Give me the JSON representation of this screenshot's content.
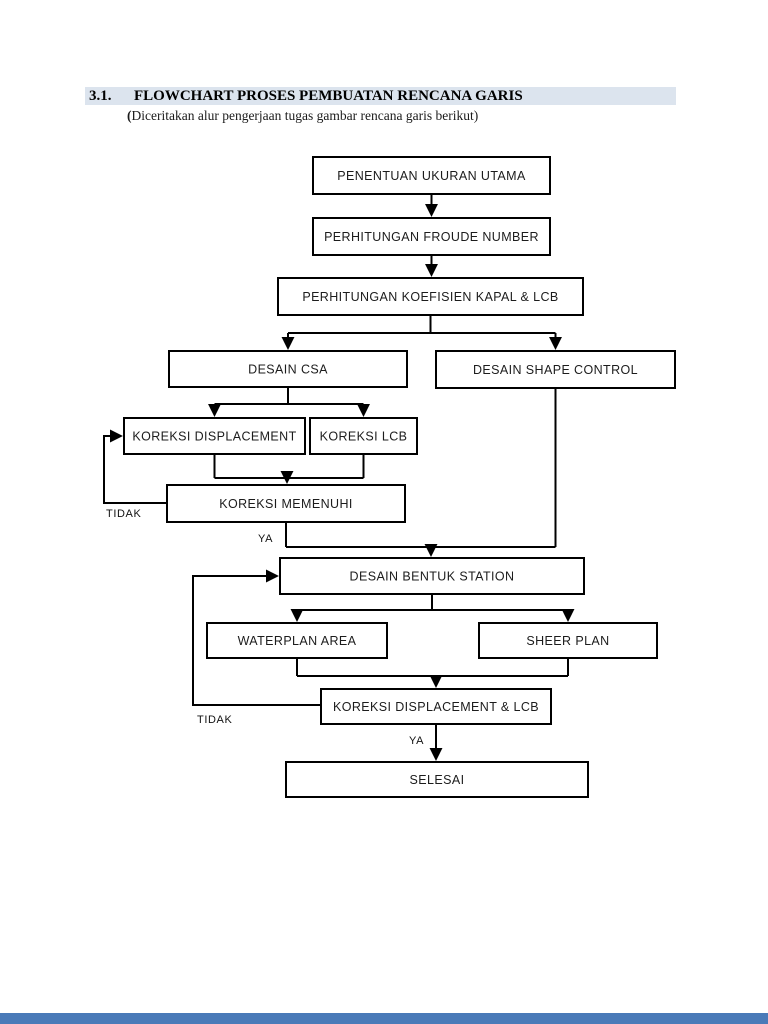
{
  "header": {
    "section_number": "3.1.",
    "section_title": "FLOWCHART PROSES PEMBUATAN RENCANA GARIS",
    "subtitle_paren": "(",
    "subtitle_text": "Diceritakan alur pengerjaan tugas gambar rencana garis berikut)"
  },
  "colors": {
    "heading_highlight": "#dce4ee",
    "footer_bar": "#4a7ab8",
    "box_border": "#000000",
    "box_fill": "#ffffff",
    "text": "#1c1c1c"
  },
  "flowchart": {
    "nodes": [
      {
        "id": "penentuan-ukuran-utama",
        "label": "PENENTUAN UKURAN UTAMA"
      },
      {
        "id": "perhitungan-froude-number",
        "label": "PERHITUNGAN FROUDE NUMBER"
      },
      {
        "id": "perhitungan-koefisien-kapal-lcb",
        "label": "PERHITUNGAN KOEFISIEN KAPAL & LCB"
      },
      {
        "id": "desain-csa",
        "label": "DESAIN CSA"
      },
      {
        "id": "desain-shape-control",
        "label": "DESAIN SHAPE CONTROL"
      },
      {
        "id": "koreksi-displacement",
        "label": "KOREKSI DISPLACEMENT"
      },
      {
        "id": "koreksi-lcb",
        "label": "KOREKSI LCB"
      },
      {
        "id": "koreksi-memenuhi",
        "label": "KOREKSI MEMENUHI"
      },
      {
        "id": "desain-bentuk-station",
        "label": "DESAIN BENTUK STATION"
      },
      {
        "id": "waterplan-area",
        "label": "WATERPLAN AREA"
      },
      {
        "id": "sheer-plan",
        "label": "SHEER PLAN"
      },
      {
        "id": "koreksi-displacement-lcb",
        "label": "KOREKSI DISPLACEMENT & LCB"
      },
      {
        "id": "selesai",
        "label": "SELESAI"
      }
    ],
    "edge_labels": {
      "tidak_1": "TIDAK",
      "ya_1": "YA",
      "tidak_2": "TIDAK",
      "ya_2": "YA"
    },
    "edges": [
      {
        "from": "PENENTUAN UKURAN UTAMA",
        "to": "PERHITUNGAN FROUDE NUMBER",
        "label": ""
      },
      {
        "from": "PERHITUNGAN FROUDE NUMBER",
        "to": "PERHITUNGAN KOEFISIEN KAPAL & LCB",
        "label": ""
      },
      {
        "from": "PERHITUNGAN KOEFISIEN KAPAL & LCB",
        "to": "DESAIN CSA",
        "label": ""
      },
      {
        "from": "PERHITUNGAN KOEFISIEN KAPAL & LCB",
        "to": "DESAIN SHAPE CONTROL",
        "label": ""
      },
      {
        "from": "DESAIN CSA",
        "to": "KOREKSI DISPLACEMENT",
        "label": ""
      },
      {
        "from": "DESAIN CSA",
        "to": "KOREKSI LCB",
        "label": ""
      },
      {
        "from": "KOREKSI DISPLACEMENT",
        "to": "KOREKSI MEMENUHI",
        "label": ""
      },
      {
        "from": "KOREKSI LCB",
        "to": "KOREKSI MEMENUHI",
        "label": ""
      },
      {
        "from": "KOREKSI MEMENUHI",
        "to": "KOREKSI DISPLACEMENT",
        "label": "TIDAK"
      },
      {
        "from": "KOREKSI MEMENUHI",
        "to": "DESAIN BENTUK STATION",
        "label": "YA"
      },
      {
        "from": "DESAIN SHAPE CONTROL",
        "to": "DESAIN BENTUK STATION",
        "label": ""
      },
      {
        "from": "DESAIN BENTUK STATION",
        "to": "WATERPLAN AREA",
        "label": ""
      },
      {
        "from": "DESAIN BENTUK STATION",
        "to": "SHEER PLAN",
        "label": ""
      },
      {
        "from": "WATERPLAN AREA",
        "to": "KOREKSI DISPLACEMENT & LCB",
        "label": ""
      },
      {
        "from": "SHEER PLAN",
        "to": "KOREKSI DISPLACEMENT & LCB",
        "label": ""
      },
      {
        "from": "KOREKSI DISPLACEMENT & LCB",
        "to": "DESAIN BENTUK STATION",
        "label": "TIDAK"
      },
      {
        "from": "KOREKSI DISPLACEMENT & LCB",
        "to": "SELESAI",
        "label": "YA"
      }
    ]
  }
}
